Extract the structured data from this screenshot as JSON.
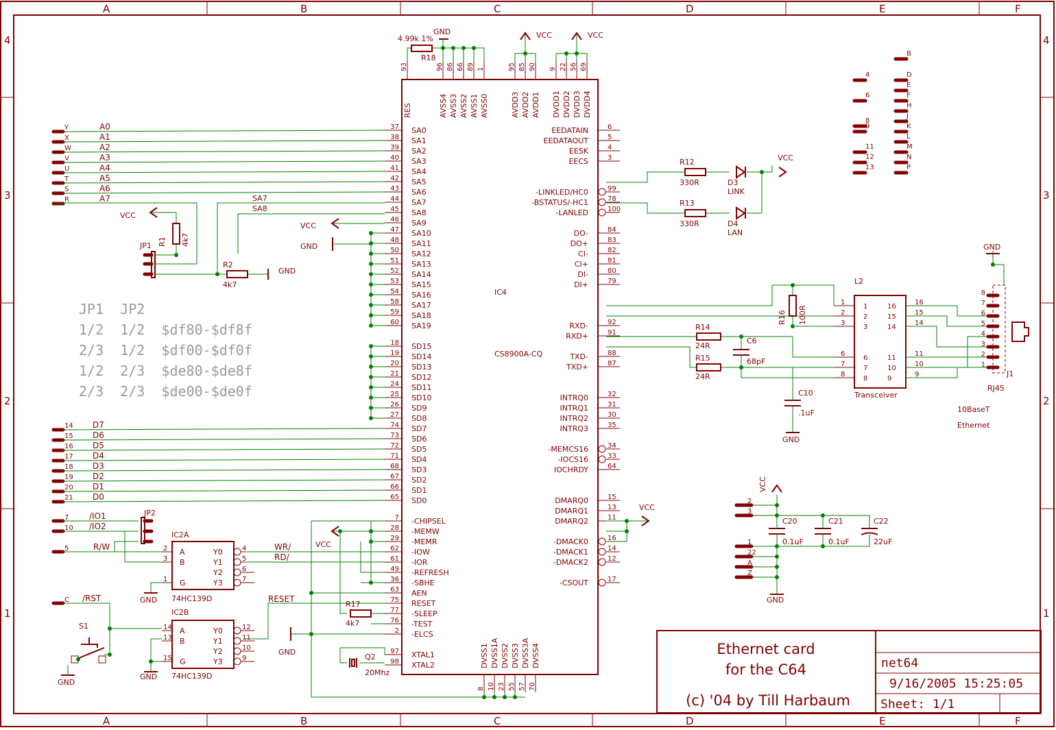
{
  "border": {
    "columns": [
      "A",
      "B",
      "C",
      "D",
      "E",
      "F"
    ],
    "rows": [
      "4",
      "3",
      "2",
      "1"
    ]
  },
  "title_block": {
    "line1": "Ethernet card",
    "line2": "for the C64",
    "copyright": "(c) '04 by Till Harbaum",
    "drawing": "net64",
    "datetime": "9/16/2005 15:25:05",
    "sheet": "Sheet: 1/1"
  },
  "jumper_table": {
    "header": "JP1  JP2",
    "rows": [
      "1/2  1/2  $df80-$df8f",
      "2/3  1/2  $df00-$df0f",
      "1/2  2/3  $de80-$de8f",
      "2/3  2/3  $de00-$de0f"
    ]
  },
  "ic4": {
    "name": "IC4",
    "value": "CS8900A-CQ",
    "left_pins": [
      {
        "num": "37",
        "name": "SA0"
      },
      {
        "num": "38",
        "name": "SA1"
      },
      {
        "num": "39",
        "name": "SA2"
      },
      {
        "num": "40",
        "name": "SA3"
      },
      {
        "num": "41",
        "name": "SA4"
      },
      {
        "num": "42",
        "name": "SA5"
      },
      {
        "num": "43",
        "name": "SA6"
      },
      {
        "num": "44",
        "name": "SA7"
      },
      {
        "num": "45",
        "name": "SA8"
      },
      {
        "num": "46",
        "name": "SA9"
      },
      {
        "num": "47",
        "name": "SA10"
      },
      {
        "num": "48",
        "name": "SA11"
      },
      {
        "num": "50",
        "name": "SA12"
      },
      {
        "num": "51",
        "name": "SA13"
      },
      {
        "num": "52",
        "name": "SA14"
      },
      {
        "num": "53",
        "name": "SA15"
      },
      {
        "num": "54",
        "name": "SA16"
      },
      {
        "num": "58",
        "name": "SA17"
      },
      {
        "num": "59",
        "name": "SA18"
      },
      {
        "num": "60",
        "name": "SA19"
      },
      {
        "num": "",
        "name": ""
      },
      {
        "num": "18",
        "name": "SD15"
      },
      {
        "num": "19",
        "name": "SD14"
      },
      {
        "num": "20",
        "name": "SD13"
      },
      {
        "num": "21",
        "name": "SD12"
      },
      {
        "num": "24",
        "name": "SD11"
      },
      {
        "num": "25",
        "name": "SD10"
      },
      {
        "num": "26",
        "name": "SD9"
      },
      {
        "num": "27",
        "name": "SD8"
      },
      {
        "num": "74",
        "name": "SD7"
      },
      {
        "num": "73",
        "name": "SD6"
      },
      {
        "num": "72",
        "name": "SD5"
      },
      {
        "num": "71",
        "name": "SD4"
      },
      {
        "num": "68",
        "name": "SD3"
      },
      {
        "num": "67",
        "name": "SD2"
      },
      {
        "num": "66",
        "name": "SD1"
      },
      {
        "num": "65",
        "name": "SD0"
      },
      {
        "num": "",
        "name": ""
      },
      {
        "num": "7",
        "name": "-CHIPSEL"
      },
      {
        "num": "28",
        "name": "-MEMW"
      },
      {
        "num": "29",
        "name": "-MEMR"
      },
      {
        "num": "62",
        "name": "-IOW"
      },
      {
        "num": "61",
        "name": "-IOR"
      },
      {
        "num": "49",
        "name": "-REFRESH"
      },
      {
        "num": "36",
        "name": "-SBHE"
      },
      {
        "num": "63",
        "name": "AEN"
      },
      {
        "num": "75",
        "name": "RESET"
      },
      {
        "num": "77",
        "name": "-SLEEP"
      },
      {
        "num": "76",
        "name": "-TEST"
      },
      {
        "num": "2",
        "name": "-ELCS"
      },
      {
        "num": "",
        "name": ""
      },
      {
        "num": "97",
        "name": "XTAL1"
      },
      {
        "num": "98",
        "name": "XTAL2"
      }
    ],
    "right_pins": [
      {
        "num": "6",
        "name": "EEDATAIN"
      },
      {
        "num": "5",
        "name": "EEDATAOUT"
      },
      {
        "num": "4",
        "name": "EESK"
      },
      {
        "num": "3",
        "name": "EECS"
      },
      {
        "num": "",
        "name": ""
      },
      {
        "num": "",
        "name": ""
      },
      {
        "num": "99",
        "name": "-LINKLED/HC0"
      },
      {
        "num": "78",
        "name": "-BSTATUS/-HC1"
      },
      {
        "num": "100",
        "name": "-LANLED"
      },
      {
        "num": "",
        "name": ""
      },
      {
        "num": "84",
        "name": "DO-"
      },
      {
        "num": "83",
        "name": "DO+"
      },
      {
        "num": "82",
        "name": "CI-"
      },
      {
        "num": "81",
        "name": "CI+"
      },
      {
        "num": "80",
        "name": "DI-"
      },
      {
        "num": "79",
        "name": "DI+"
      },
      {
        "num": "",
        "name": ""
      },
      {
        "num": "",
        "name": ""
      },
      {
        "num": "",
        "name": ""
      },
      {
        "num": "92",
        "name": "RXD-"
      },
      {
        "num": "91",
        "name": "RXD+"
      },
      {
        "num": "",
        "name": ""
      },
      {
        "num": "88",
        "name": "TXD-"
      },
      {
        "num": "87",
        "name": "TXD+"
      },
      {
        "num": "",
        "name": ""
      },
      {
        "num": "",
        "name": ""
      },
      {
        "num": "32",
        "name": "INTRQ0"
      },
      {
        "num": "31",
        "name": "INTRQ1"
      },
      {
        "num": "30",
        "name": "INTRQ2"
      },
      {
        "num": "35",
        "name": "INTRQ3"
      },
      {
        "num": "",
        "name": ""
      },
      {
        "num": "34",
        "name": "-MEMCS16"
      },
      {
        "num": "33",
        "name": "-IOCS16"
      },
      {
        "num": "64",
        "name": "IOCHRDY"
      },
      {
        "num": "",
        "name": ""
      },
      {
        "num": "",
        "name": ""
      },
      {
        "num": "15",
        "name": "DMARQ0"
      },
      {
        "num": "13",
        "name": "DMARQ1"
      },
      {
        "num": "11",
        "name": "DMARQ2"
      },
      {
        "num": "",
        "name": ""
      },
      {
        "num": "16",
        "name": "-DMACK0"
      },
      {
        "num": "14",
        "name": "-DMACK1"
      },
      {
        "num": "12",
        "name": "-DMACK2"
      },
      {
        "num": "",
        "name": ""
      },
      {
        "num": "17",
        "name": "-CSOUT"
      }
    ],
    "top_pins": [
      {
        "num": "93",
        "name": "RES"
      },
      {
        "num": "96",
        "name": "AVSS4"
      },
      {
        "num": "86",
        "name": "AVSS3"
      },
      {
        "num": "66",
        "name": "AVSS2"
      },
      {
        "num": "89",
        "name": "AVSS1"
      },
      {
        "num": "1",
        "name": "AVSS0"
      },
      {
        "num": "95",
        "name": "AVDD3"
      },
      {
        "num": "85",
        "name": "AVDD2"
      },
      {
        "num": "90",
        "name": "AVDD1"
      },
      {
        "num": "9",
        "name": "DVDD1"
      },
      {
        "num": "22",
        "name": "DVDD2"
      },
      {
        "num": "56",
        "name": "DVDD3"
      },
      {
        "num": "69",
        "name": "DVDD4"
      }
    ],
    "bottom_pins": [
      {
        "num": "8",
        "name": "DVSS1"
      },
      {
        "num": "10",
        "name": "DVSS1A"
      },
      {
        "num": "23",
        "name": "DVSS2"
      },
      {
        "num": "55",
        "name": "DVSS3"
      },
      {
        "num": "57",
        "name": "DVSS3A"
      },
      {
        "num": "70",
        "name": "DVSS4"
      }
    ]
  },
  "address_bus": {
    "pads": [
      "Y",
      "X",
      "W",
      "V",
      "U",
      "T",
      "S",
      "R"
    ],
    "nets": [
      "A0",
      "A1",
      "A2",
      "A3",
      "A4",
      "A5",
      "A6",
      "A7"
    ]
  },
  "data_bus": {
    "pads": [
      "14",
      "15",
      "16",
      "17",
      "18",
      "19",
      "20",
      "21"
    ],
    "nets": [
      "D7",
      "D6",
      "D5",
      "D4",
      "D3",
      "D2",
      "D1",
      "D0"
    ]
  },
  "labels": {
    "vcc": "VCC",
    "gnd": "GND",
    "sa7": "SA7",
    "sa8": "SA8",
    "r18": "R18",
    "r18_val": "4.99k 1%",
    "r1": "R1",
    "r1_val": "4k7",
    "r2": "R2",
    "r2_val": "4k7",
    "jp1": "JP1",
    "jp2": "JP2",
    "r12": "R12",
    "r12_val": "330R",
    "r13": "R13",
    "r13_val": "330R",
    "d3": "D3",
    "d3_val": "LINK",
    "d4": "D4",
    "d4_val": "LAN",
    "l2": "L2",
    "r16": "R16",
    "r16_val": "100R",
    "r14": "R14",
    "r14_val": "24R",
    "r15": "R15",
    "r15_val": "24R",
    "c6": "C6",
    "c6_val": "68pF",
    "c10": "C10",
    "c10_val": ".1uF",
    "transceiver": "Transceiver",
    "j1": "J1",
    "rj45": "RJ45",
    "note1": "10BaseT",
    "note2": "Ethernet",
    "c20": "C20",
    "c20_val": "0.1uF",
    "c21": "C21",
    "c21_val": "0.1uF",
    "c22": "C22",
    "c22_val": "22uF",
    "ic2a": "IC2A",
    "ic2b": "IC2B",
    "ic2_val": "74HC139D",
    "io1": "/IO1",
    "io2": "/IO2",
    "rw": "R/W",
    "wr": "WR/",
    "rd": "RD/",
    "rst": "/RST",
    "reset": "RESET",
    "s1": "S1",
    "r17": "R17",
    "r17_val": "4k7",
    "q2": "Q2",
    "q2_val": "20Mhz"
  },
  "transceiver_pins": {
    "left": [
      "1",
      "2",
      "3",
      "6",
      "7",
      "8"
    ],
    "right": [
      "16",
      "15",
      "14",
      "11",
      "10",
      "9"
    ]
  },
  "ic2_pins": {
    "inputs": [
      "A",
      "B",
      "G"
    ],
    "outputs": [
      "Y0",
      "Y1",
      "Y2",
      "Y3"
    ],
    "a_in_nums": [
      "2",
      "3",
      "1"
    ],
    "a_out_nums": [
      "4",
      "5",
      "6",
      "7"
    ],
    "b_in_nums": [
      "14",
      "13",
      "15"
    ],
    "b_out_nums": [
      "12",
      "11",
      "10",
      "9"
    ]
  },
  "connector_right": {
    "upper_left": [
      "4",
      "6",
      "8",
      "9",
      "11",
      "12",
      "13"
    ],
    "upper_right": [
      "B",
      "D",
      "E",
      "F",
      "H",
      "J",
      "K",
      "L",
      "M",
      "N",
      "P"
    ],
    "power_left": [
      "2",
      "3",
      "1",
      "22",
      "A",
      "Z"
    ]
  },
  "io_pads": {
    "io1": "7",
    "io2": "10",
    "rw": "5",
    "rst": "C"
  }
}
